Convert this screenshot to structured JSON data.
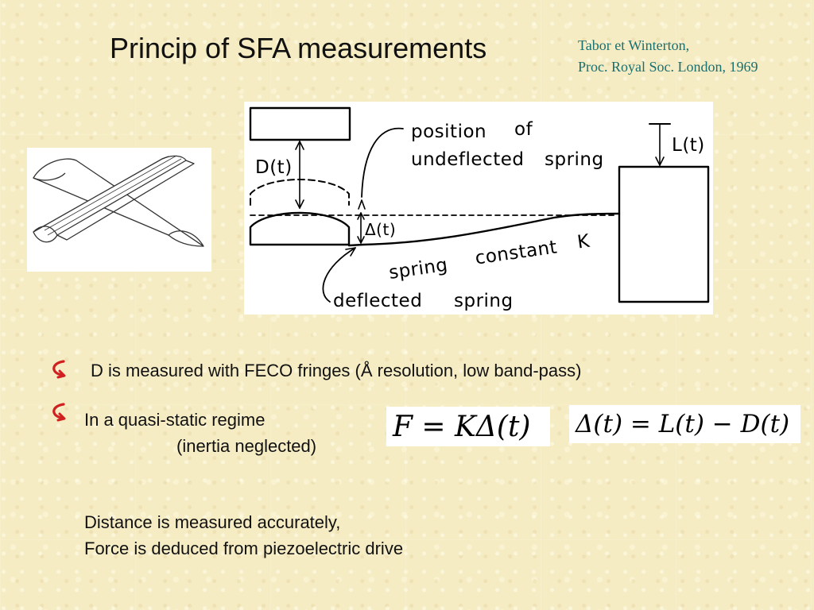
{
  "slide": {
    "title": "Princip of SFA measurements",
    "citation": {
      "line1": "Tabor et Winterton,",
      "line2": "Proc. Royal Soc. London, 1969"
    },
    "diagram": {
      "label_position": "position",
      "label_of": "of",
      "label_undeflected": "undeflected",
      "label_spring_top": "spring",
      "label_d": "D(t)",
      "label_l": "L(t)",
      "label_delta": "Δ(t)",
      "label_spring": "spring",
      "label_constant": "constant",
      "label_k": "K",
      "label_deflected": "deflected",
      "label_spring_bottom": "spring"
    },
    "bullets": [
      {
        "icon": "curved-arrow-icon",
        "text": "D is measured with FECO fringes (Å resolution, low band-pass)"
      },
      {
        "icon": "curved-arrow-icon",
        "text": "In a quasi-static regime",
        "subtext": "(inertia neglected)"
      }
    ],
    "equations": {
      "force": "F = KΔ(t)",
      "delta": "Δ(t) = L(t) − D(t)"
    },
    "conclusion": {
      "line1": "Distance is measured accurately,",
      "line2": "Force is deduced from piezoelectric drive"
    },
    "colors": {
      "background": "#f6ecc4",
      "citation": "#1a6f6f",
      "bullet": "#d02020"
    }
  }
}
